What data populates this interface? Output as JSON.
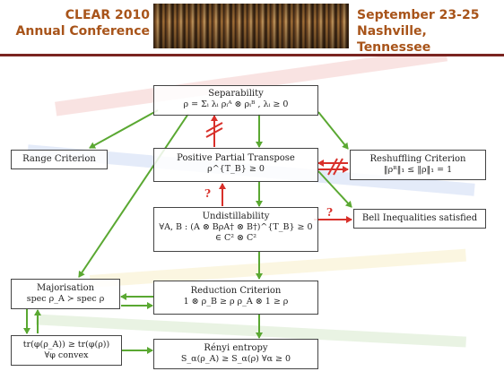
{
  "header": {
    "left_line1": "CLEAR 2010",
    "left_line2": "Annual Conference",
    "right_line1": "September 23-25",
    "right_line2": "Nashville, Tennessee"
  },
  "nodes": {
    "separability": {
      "title": "Separability",
      "formula": "ρ = Σᵢ λᵢ ρᵢᴬ ⊗ ρᵢᴮ , λᵢ ≥ 0"
    },
    "range": {
      "title": "Range Criterion"
    },
    "ppt": {
      "title": "Positive Partial Transpose",
      "formula": "ρ^{T_B} ≥ 0"
    },
    "reshuffling": {
      "title": "Reshuffling Criterion",
      "formula": "‖ρᴿ‖₁ ≤ ‖ρ‖₁ = 1"
    },
    "undistillability": {
      "title": "Undistillability",
      "formula": "∀A, B : (A ⊗ BρA† ⊗ B†)^{T_B} ≥ 0",
      "subformula": "∈ C² ⊗ C²"
    },
    "bell": {
      "title": "Bell Inequalities satisfied"
    },
    "majorisation": {
      "title": "Majorisation",
      "formula": "spec ρ_A ≻ spec ρ"
    },
    "reduction": {
      "title": "Reduction Criterion",
      "formula": "1 ⊗ ρ_B ≥ ρ      ρ_A ⊗ 1 ≥ ρ"
    },
    "convex": {
      "title": "tr(φ(ρ_A)) ≥ tr(φ(ρ))",
      "formula": "∀φ convex"
    },
    "renyi": {
      "title": "Rényi entropy",
      "formula": "S_α(ρ_A) ≥ S_α(ρ)      ∀α ≥ 0"
    }
  },
  "marks": {
    "question": "?"
  },
  "colors": {
    "header_text": "#a8541a",
    "rule": "#7a2420",
    "arrow_green": "#5aa832",
    "arrow_red": "#d8302a",
    "box_border": "#444444"
  }
}
